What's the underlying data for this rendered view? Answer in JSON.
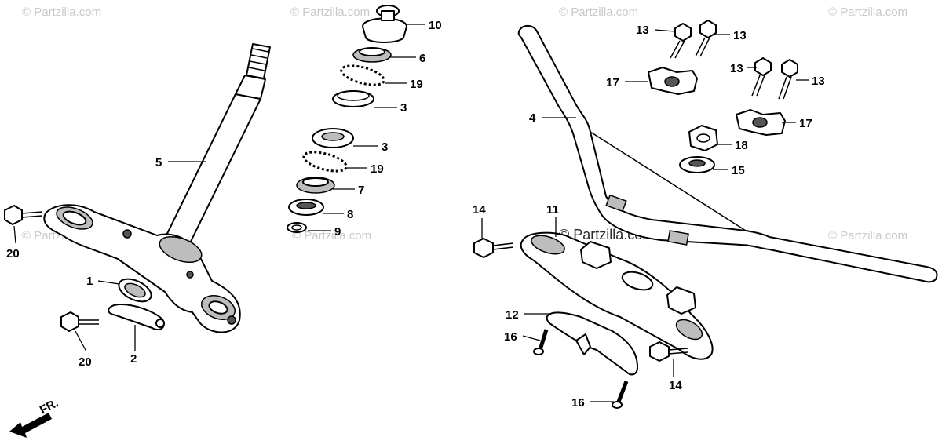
{
  "watermark": {
    "text": "© Partzilla.com",
    "main_text": "© Partzilla.com"
  },
  "front_indicator": "FR.",
  "callouts": {
    "c1": "1",
    "c2": "2",
    "c3a": "3",
    "c3b": "3",
    "c4": "4",
    "c5": "5",
    "c6": "6",
    "c7": "7",
    "c8": "8",
    "c9": "9",
    "c10": "10",
    "c11": "11",
    "c12": "12",
    "c13a": "13",
    "c13b": "13",
    "c13c": "13",
    "c13d": "13",
    "c14a": "14",
    "c14b": "14",
    "c15": "15",
    "c16a": "16",
    "c16b": "16",
    "c17a": "17",
    "c17b": "17",
    "c18": "18",
    "c19a": "19",
    "c19b": "19",
    "c20a": "20",
    "c20b": "20"
  }
}
